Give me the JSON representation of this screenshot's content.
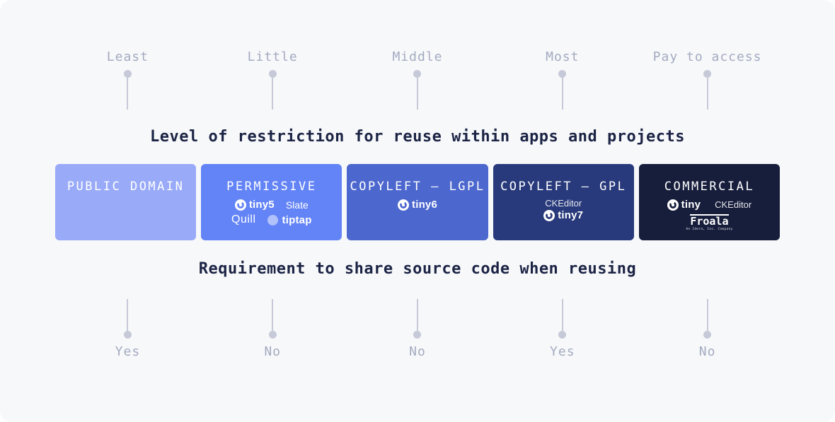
{
  "panel": {
    "bg": "#f7f8fa"
  },
  "colors": {
    "axis_label": "#a4abc0",
    "pin": "#c6cad8",
    "title": "#1c2445"
  },
  "top_axis": {
    "title": "Level of restriction for reuse within apps and projects",
    "labels": [
      "Least",
      "Little",
      "Middle",
      "Most",
      "Pay to access"
    ]
  },
  "bottom_axis": {
    "title": "Requirement to share source code when reusing",
    "labels": [
      "Yes",
      "No",
      "No",
      "Yes",
      "No"
    ]
  },
  "cards": [
    {
      "title": "PUBLIC DOMAIN",
      "bg": "#99aaf8"
    },
    {
      "title": "PERMISSIVE",
      "bg": "#6384f6",
      "logos": {
        "tiny5": "tiny5",
        "slate": "Slate",
        "quill": "Quill",
        "tiptap": "tiptap"
      }
    },
    {
      "title": "COPYLEFT — LGPL",
      "bg": "#4c67ce",
      "logos": {
        "tiny6": "tiny6"
      }
    },
    {
      "title": "COPYLEFT — GPL",
      "bg": "#283a7b",
      "logos": {
        "ckeditor": "CKEditor",
        "tiny7": "tiny7"
      }
    },
    {
      "title": "COMMERCIAL",
      "bg": "#171e3c",
      "logos": {
        "tiny": "tiny",
        "ckeditor": "CKEditor",
        "froala": "Froala",
        "froala_sub": "An Idera, Inc. Company"
      }
    }
  ]
}
